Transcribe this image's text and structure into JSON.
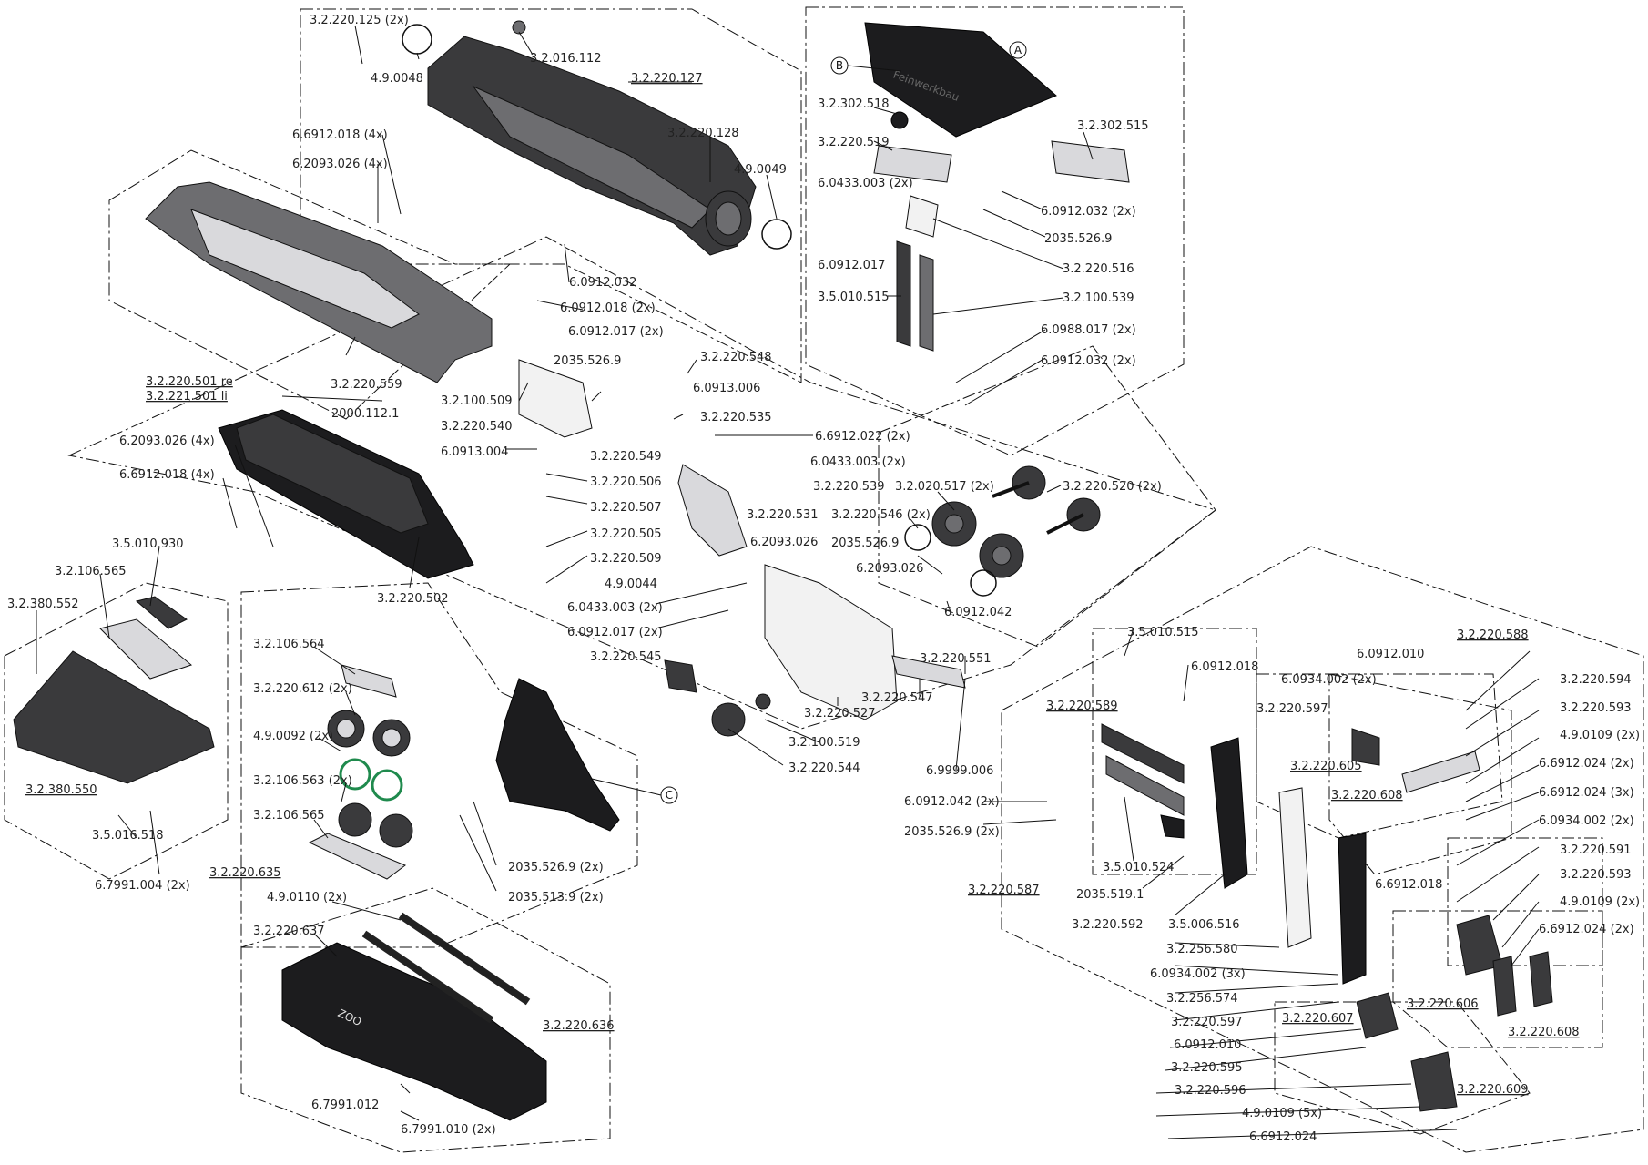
{
  "callouts": {
    "A": "A",
    "B": "B",
    "C": "C"
  },
  "parts": {
    "p1": "3.2.220.125 (2x)",
    "p2": "4.9.0048",
    "p3": "3.2.016.112",
    "p4": "3.2.220.127",
    "p5": "3.2.220.128",
    "p6": "4.9.0049",
    "p7": "6.6912.018 (4x)",
    "p8": "6.2093.026 (4x)",
    "p9": "6.0912.032",
    "p10": "6.0912.018 (2x)",
    "p11": "6.0912.017 (2x)",
    "p12": "3.2.220.548",
    "p13": "2035.526.9",
    "p14": "6.0913.006",
    "p15": "3.2.100.509",
    "p16": "3.2.220.540",
    "p17": "3.2.220.535",
    "p18": "6.6912.022 (2x)",
    "p19": "6.0433.003 (2x)",
    "p20": "6.0913.004",
    "p21": "3.2.220.549",
    "p22": "3.2.220.506",
    "p23": "3.2.220.539",
    "p24": "3.2.220.507",
    "p25": "3.2.220.531",
    "p26": "3.2.220.505",
    "p27": "3.2.220.509",
    "p28": "6.2093.026",
    "p29": "4.9.0044",
    "p30": "6.0433.003 (2x)",
    "p31": "6.0912.017 (2x)",
    "p32": "3.2.220.545",
    "p33": "3.2.220.559",
    "p34": "3.2.220.501 re",
    "p35": "3.2.221.501 li",
    "p36": "2000.112.1",
    "p37": "6.2093.026 (4x)",
    "p38": "6.6912.018 (4x)",
    "p39": "3.2.220.502",
    "p40": "3.2.302.518",
    "p41": "3.2.302.515",
    "p42": "3.2.220.519",
    "p43": "6.0433.003 (2x)",
    "p44": "6.0912.032 (2x)",
    "p45": "2035.526.9",
    "p46": "3.2.220.516",
    "p47": "6.0912.017",
    "p48": "3.5.010.515",
    "p49": "3.2.100.539",
    "p50": "6.0988.017 (2x)",
    "p51": "6.0912.032 (2x)",
    "p52": "3.2.020.517 (2x)",
    "p53": "3.2.220.520 (2x)",
    "p54": "3.2.220.546 (2x)",
    "p55": "2035.526.9",
    "p56": "6.2093.026",
    "p57": "6.0912.042",
    "p58": "3.2.220.551",
    "p59": "3.2.220.547",
    "p60": "6.9999.006",
    "p61": "3.2.220.527",
    "p62": "3.2.100.519",
    "p63": "3.2.220.544",
    "p64": "3.5.010.930",
    "p65": "3.2.106.565",
    "p66": "3.2.380.552",
    "p67": "3.2.380.550",
    "p68": "3.5.016.518",
    "p69": "6.7991.004 (2x)",
    "p70": "3.2.106.564",
    "p71": "3.2.220.612 (2x)",
    "p72": "4.9.0092 (2x)",
    "p73": "3.2.106.563 (2x)",
    "p74": "3.2.106.565",
    "p75": "3.2.220.635",
    "p76": "4.9.0110 (2x)",
    "p77": "3.2.220.637",
    "p78": "3.2.220.636",
    "p79": "6.7991.012",
    "p80": "6.7991.010 (2x)",
    "p81": "2035.526.9 (2x)",
    "p82": "2035.513.9 (2x)",
    "p83": "3.5.010.515",
    "p84": "6.0912.018",
    "p85": "3.2.220.589",
    "p86": "6.0912.042 (2x)",
    "p87": "2035.526.9 (2x)",
    "p88": "3.2.220.587",
    "p89": "3.5.010.524",
    "p90": "2035.519.1",
    "p91": "3.2.220.592",
    "p92": "3.5.006.516",
    "p93": "3.2.256.580",
    "p94": "6.0934.002 (3x)",
    "p95": "3.2.256.574",
    "p96": "3.2.220.597",
    "p97": "6.0912.010",
    "p98": "3.2.220.595",
    "p99": "3.2.220.596",
    "p100": "4.9.0109 (5x)",
    "p101": "6.6912.024",
    "p102": "3.2.220.588",
    "p103": "6.0912.010",
    "p104": "6.0934.002 (2x)",
    "p105": "3.2.220.597",
    "p106": "3.2.220.605",
    "p107": "3.2.220.608",
    "p108": "3.2.220.594",
    "p109": "3.2.220.593",
    "p110": "4.9.0109 (2x)",
    "p111": "6.6912.024 (2x)",
    "p112": "6.6912.024 (3x)",
    "p113": "6.0934.002 (2x)",
    "p114": "3.2.220.591",
    "p115": "3.2.220.593",
    "p116": "4.9.0109 (2x)",
    "p117": "6.6912.024 (2x)",
    "p118": "6.6912.018",
    "p119": "3.2.220.606",
    "p120": "3.2.220.608",
    "p121": "3.2.220.607",
    "p122": "3.2.220.609"
  }
}
